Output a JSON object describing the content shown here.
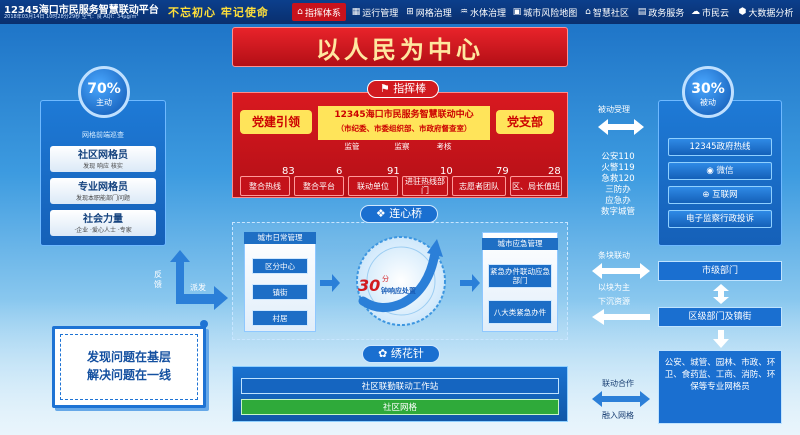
{
  "header": {
    "title": "12345海口市民服务智慧联动平台",
    "subtitle": "2018年03月14日 10时28分29秒  空气：良    AQI：34μg/m³",
    "slogan": "不忘初心 牢记使命",
    "nav": [
      {
        "label": "指挥体系",
        "icon": "house-icon",
        "active": true
      },
      {
        "label": "运行管理",
        "icon": "chart-icon"
      },
      {
        "label": "网格治理",
        "icon": "grid-icon"
      },
      {
        "label": "水体治理",
        "icon": "water-icon"
      },
      {
        "label": "城市风险地图",
        "icon": "map-icon"
      },
      {
        "label": "智慧社区",
        "icon": "community-icon"
      },
      {
        "label": "政务服务",
        "icon": "service-icon"
      },
      {
        "label": "市民云",
        "icon": "cloud-icon"
      },
      {
        "label": "大数据分析",
        "icon": "data-icon"
      }
    ]
  },
  "banner": {
    "text": "以人民为中心"
  },
  "command": {
    "title": "指挥棒",
    "left_tag": "党建引领",
    "right_tag": "党支部",
    "hub_line1": "12345海口市民服务智慧联动中心",
    "hub_line2": "（市纪委、市委组织部、市政府督查室）",
    "supervise": [
      "监管",
      "监察",
      "考核"
    ],
    "units": [
      {
        "label": "整合热线",
        "count": "83"
      },
      {
        "label": "整合平台",
        "count": "6"
      },
      {
        "label": "联动单位",
        "count": "91"
      },
      {
        "label": "进驻热线部门",
        "count": "10"
      },
      {
        "label": "志愿者团队",
        "count": "79"
      },
      {
        "label": "区、局长值班",
        "count": "28"
      }
    ]
  },
  "left_panel": {
    "percent": "70%",
    "mode": "主动",
    "section_title": "网格前端巡查",
    "cards": [
      {
        "title": "社区网格员",
        "sub": "发现    响应    核实"
      },
      {
        "title": "专业网格员",
        "sub": "发现本职能部门问题"
      },
      {
        "title": "社会力量",
        "sub": "·企业   ·爱心人士   ·专家"
      }
    ]
  },
  "right_panel": {
    "percent": "30%",
    "mode": "被动",
    "buttons": [
      "12345政府热线",
      "微信",
      "互联网",
      "电子监察行政投诉"
    ]
  },
  "police_list": [
    "公安110",
    "火警119",
    "急救120",
    "三防办",
    "应急办",
    "数字城管"
  ],
  "arrow_labels": {
    "passive_receive": "被动受理",
    "feedback": "反馈",
    "dispatch": "派发",
    "vertical_link": "条块联动",
    "block_main": "以块为主",
    "sink_resource": "下沉资源",
    "coop": "联动合作",
    "grid_in": "融入网格"
  },
  "bridge": {
    "title": "连心桥",
    "left_head": "城市日常管理",
    "left_items": [
      "区分中心",
      "镇街",
      "村居"
    ],
    "right_head": "城市应急管理",
    "right_items": [
      "紧急办件联动应急部门",
      "八大类紧急办件"
    ],
    "gauge_big": "30",
    "gauge_unit": "分",
    "gauge_text": "钟响应处置"
  },
  "pin": {
    "title": "绣花针",
    "rows": [
      "社区联勤联动工作站",
      "社区网格"
    ]
  },
  "right_stack": {
    "city": "市级部门",
    "district": "区级部门及镇街",
    "grid_members": "公安、城管、园林、市政、环卫、食药监、工商、消防、环保等专业网格员"
  },
  "slogan_box": {
    "line1": "发现问题在基层",
    "line2": "解决问题在一线"
  },
  "colors": {
    "red": "#c8121c",
    "blue": "#1a6fd0",
    "yellow": "#ffe45a",
    "green": "#2faa3a"
  }
}
